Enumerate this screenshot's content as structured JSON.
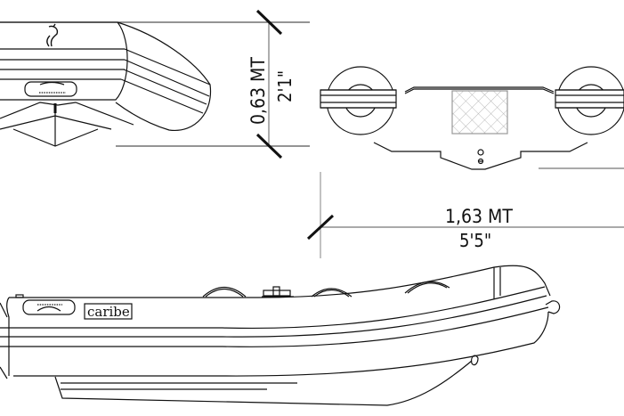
{
  "drawing": {
    "subject": "Inflatable boat technical drawing",
    "views": [
      "bow-view",
      "stern-view",
      "side-view"
    ],
    "brand_label": "caribe",
    "colors": {
      "line": "#111111",
      "dim_line": "#777777",
      "background": "#ffffff"
    }
  },
  "dimensions": {
    "height": {
      "metric": "0,63 MT",
      "imperial": "2'1\""
    },
    "beam": {
      "metric": "1,63 MT",
      "imperial": "5'5\""
    }
  }
}
